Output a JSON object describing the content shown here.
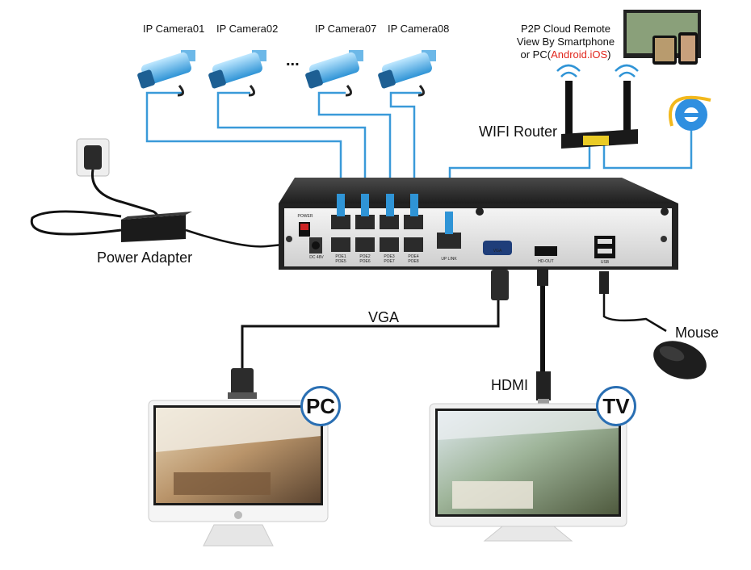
{
  "cameras": [
    {
      "label": "IP Camera01"
    },
    {
      "label": "IP Camera02"
    },
    {
      "label": "IP Camera07"
    },
    {
      "label": "IP Camera08"
    }
  ],
  "ellipsis": "...",
  "p2p": {
    "line1": "P2P Cloud Remote",
    "line2": "View By Smartphone",
    "line3_prefix": "or PC(",
    "line3_red": "Android.iOS",
    "line3_suffix": ")"
  },
  "router_label": "WIFI Router",
  "power_adapter_label": "Power Adapter",
  "vga_label": "VGA",
  "hdmi_label": "HDMI",
  "mouse_label": "Mouse",
  "pc_badge": "PC",
  "tv_badge": "TV",
  "nvr": {
    "power_label": "POWER",
    "dc_label": "DC 48V",
    "poe_top": [
      "POE1",
      "POE2",
      "POE3",
      "POE4"
    ],
    "poe_bottom": [
      "POE5",
      "POE6",
      "POE7",
      "POE8"
    ],
    "uplink_label": "UP LINK",
    "vga_port": "VGA",
    "hdmi_port": "HD-OUT",
    "usb_port": "USB"
  },
  "colors": {
    "cable_blue": "#3a9ad9",
    "cable_black": "#111111",
    "badge_ring": "#2a6fb3",
    "accent_red": "#e1261c"
  }
}
